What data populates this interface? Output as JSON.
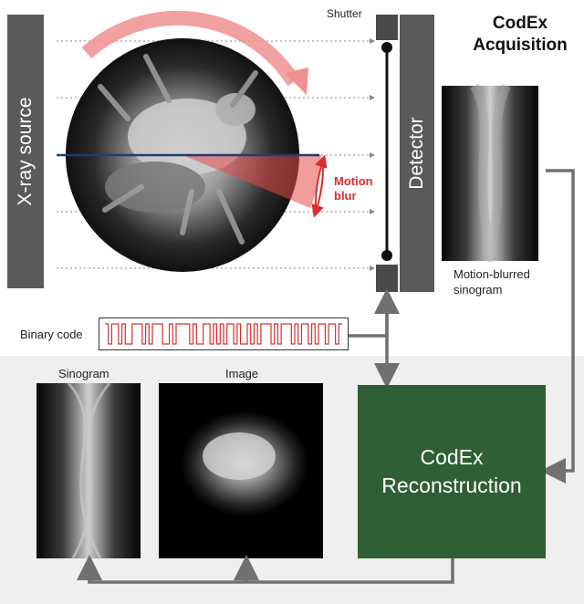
{
  "labels": {
    "source": "X-ray source",
    "shutter": "Shutter",
    "detector": "Detector",
    "acquisition_line1": "CodEx",
    "acquisition_line2": "Acquisition",
    "motion_blur_line1": "Motion",
    "motion_blur_line2": "blur",
    "blurred_sino_line1": "Motion-blurred",
    "blurred_sino_line2": "sinogram",
    "binary_code": "Binary code",
    "sinogram": "Sinogram",
    "image": "Image",
    "recon_line1": "CodEx",
    "recon_line2": "Reconstruction"
  },
  "binary_code_bits": [
    1,
    0,
    1,
    1,
    0,
    1,
    0,
    0,
    1,
    1,
    1,
    0,
    1,
    0,
    1,
    1,
    1,
    0,
    0,
    1,
    0,
    1,
    1,
    1,
    1,
    0,
    1,
    0,
    0,
    1,
    1,
    0,
    1,
    0,
    1,
    0,
    1,
    1,
    0,
    1,
    0,
    0,
    1,
    0,
    1,
    0,
    1,
    1,
    1,
    0,
    1,
    0,
    1,
    1,
    1,
    0,
    1,
    0,
    1,
    1,
    0,
    1,
    0,
    1,
    1,
    0,
    1,
    1,
    0,
    1
  ],
  "colors": {
    "module_gray": "#5a5a5a",
    "recon_green": "#2f5f34",
    "code_red": "#d63030",
    "arrow_gray": "#707070",
    "beam_blue": "#1f3d70"
  }
}
